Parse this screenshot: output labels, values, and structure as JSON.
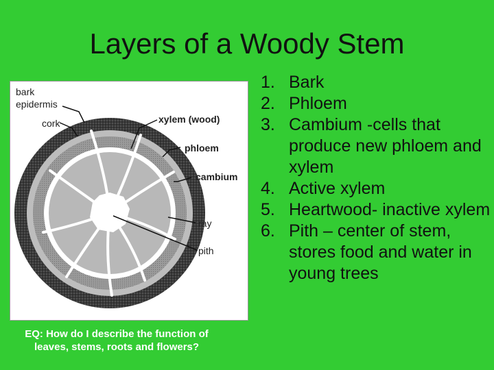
{
  "title": "Layers of a Woody Stem",
  "diagram": {
    "labels": {
      "bark": "bark",
      "epidermis": "epidermis",
      "cork": "cork",
      "xylem": "xylem (wood)",
      "phloem": "phloem",
      "cambium": "cambium",
      "ray": "ray",
      "pith": "pith"
    }
  },
  "essential_question": "EQ: How do I describe the function of leaves, stems, roots and flowers?",
  "list": [
    {
      "num": "1.",
      "text": "Bark"
    },
    {
      "num": "2.",
      "text": "Phloem"
    },
    {
      "num": "3.",
      "text": "Cambium -cells that produce new phloem and xylem"
    },
    {
      "num": "4.",
      "text": "Active xylem"
    },
    {
      "num": "5.",
      "text": "Heartwood- inactive xylem"
    },
    {
      "num": "6.",
      "text": "Pith – center of stem, stores food and water in young trees"
    }
  ]
}
